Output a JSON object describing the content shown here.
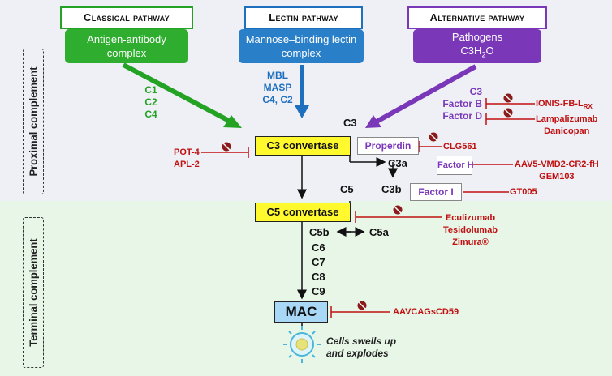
{
  "sections": {
    "proximal": "Proximal complement",
    "terminal": "Terminal complement"
  },
  "pathways": {
    "classical": {
      "title": "Classical pathway",
      "source": "Antigen-antibody complex",
      "components": [
        "C1",
        "C2",
        "C4"
      ]
    },
    "lectin": {
      "title": "Lectin pathway",
      "source": "Mannose–binding lectin complex",
      "components": [
        "MBL",
        "MASP",
        "C4, C2"
      ]
    },
    "alternative": {
      "title": "Alternative pathway",
      "source_line1": "Pathogens",
      "source_line2": "C3H",
      "source_sub": "2",
      "source_line2_end": "O",
      "components": [
        "C3",
        "Factor B",
        "Factor D"
      ]
    }
  },
  "nodes": {
    "c3_top": "C3",
    "c3_convertase": "C3 convertase",
    "properdin": "Properdin",
    "c3a": "C3a",
    "factor_h": "Factor H",
    "c5": "C5",
    "c3b": "C3b",
    "factor_i": "Factor I",
    "c5_convertase": "C5 convertase",
    "c5b": "C5b",
    "c5a": "C5a",
    "c6": "C6",
    "c7": "C7",
    "c8": "C8",
    "c9": "C9",
    "mac": "MAC",
    "cell_text_1": "Cells swells up",
    "cell_text_2": "and explodes"
  },
  "inhibitors": {
    "factor_b": "IONIS-FB-L",
    "factor_b_sub": "RX",
    "factor_d_1": "Lampalizumab",
    "factor_d_2": "Danicopan",
    "c3_conv_1": "POT-4",
    "c3_conv_2": "APL-2",
    "properdin": "CLG561",
    "factor_h_1": "AAV5-VMD2-CR2-fH",
    "factor_h_2": "GEM103",
    "factor_i": "GT005",
    "c5_conv_1": "Eculizumab",
    "c5_conv_2": "Tesidolumab",
    "c5_conv_3": "Zimura®",
    "mac": "AAVCAGsCD59"
  },
  "colors": {
    "classical": "#24a224",
    "lectin": "#1f6fbf",
    "alternative": "#7a38b8",
    "inhibitor": "#c01010",
    "convertase": "#fff92e",
    "mac_box": "#a8d8f5"
  }
}
